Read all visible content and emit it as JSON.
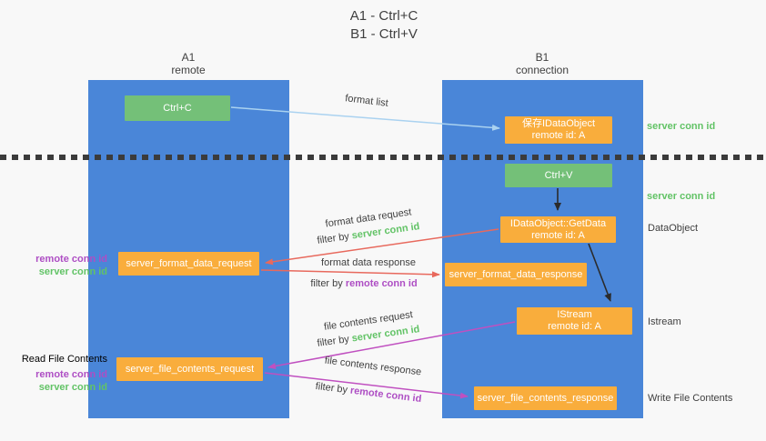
{
  "title": {
    "line1": "A1 - Ctrl+C",
    "line2": "B1 - Ctrl+V"
  },
  "lanes": {
    "left": {
      "name": "A1",
      "subtitle": "remote"
    },
    "right": {
      "name": "B1",
      "subtitle": "connection"
    }
  },
  "nodes": {
    "ctrl_c": {
      "label": "Ctrl+C"
    },
    "ctrl_v": {
      "label": "Ctrl+V"
    },
    "save_idataobject": {
      "line1": "保存IDataObject",
      "line2": "remote id: A"
    },
    "getdata": {
      "line1": "IDataObject::GetData",
      "line2": "remote id: A"
    },
    "istream": {
      "line1": "IStream",
      "line2": "remote id: A"
    },
    "format_request": {
      "label": "server_format_data_request"
    },
    "format_response": {
      "label": "server_format_data_response"
    },
    "file_request": {
      "label": "server_file_contents_request"
    },
    "file_response": {
      "label": "server_file_contents_response"
    }
  },
  "annotations": {
    "format_list": "format list",
    "format_data_request": "format data request",
    "format_data_response": "format data response",
    "file_contents_request": "file contents request",
    "file_contents_response": "file contents response",
    "filter_by": "filter by ",
    "server_conn_id": "server conn id",
    "remote_conn_id": "remote conn id"
  },
  "side_labels": {
    "server_conn_id": "server conn id",
    "remote_conn_id": "remote conn id",
    "dataobject": "DataObject",
    "istream": "Istream",
    "read_file_contents": "Read File Contents",
    "write_file_contents": "Write File Contents"
  },
  "colors": {
    "lane_blue": "#4a86d8",
    "action_green": "#74c078",
    "message_orange": "#f9ad3c",
    "server_conn_green": "#62c366",
    "remote_conn_purple": "#ae4ec4",
    "format_arrow_red": "#e8695d",
    "file_arrow_magenta": "#c050c0",
    "format_list_arrow_blue": "#aad2f0",
    "black_arrow": "#2b2b2b"
  }
}
